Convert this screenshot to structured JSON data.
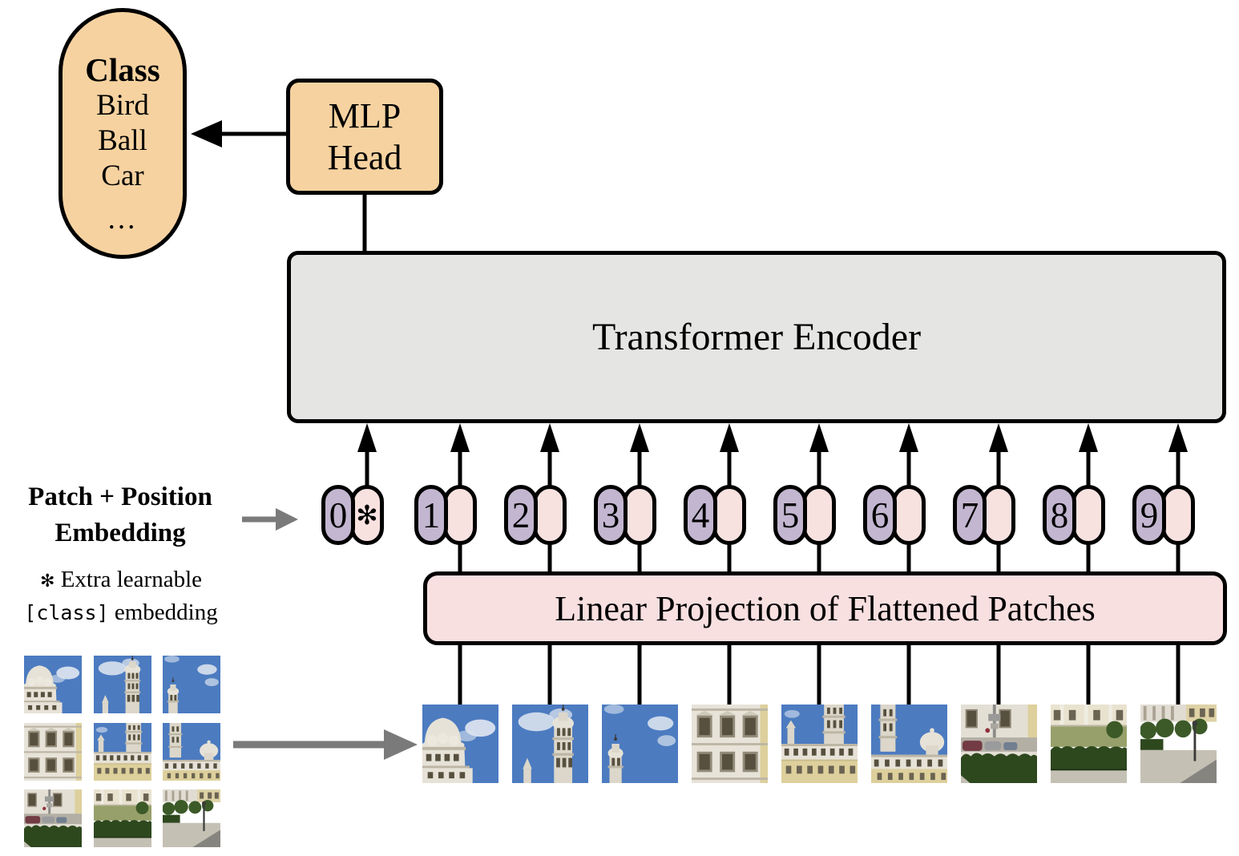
{
  "figure": {
    "class_pill": {
      "title": "Class",
      "items": [
        "Bird",
        "Ball",
        "Car",
        "..."
      ]
    },
    "mlp_head": {
      "line1": "MLP",
      "line2": "Head"
    },
    "encoder": {
      "label": "Transformer Encoder"
    },
    "projection": {
      "label": "Linear Projection of Flattened Patches"
    },
    "embedding_label": {
      "line1": "Patch + Position",
      "line2": "Embedding"
    },
    "footnote": {
      "star": "✻",
      "line1": "Extra learnable",
      "code": "[class]",
      "line2": "embedding"
    },
    "tokens": [
      {
        "label": "0",
        "star": "✻"
      },
      {
        "label": "1"
      },
      {
        "label": "2"
      },
      {
        "label": "3"
      },
      {
        "label": "4"
      },
      {
        "label": "5"
      },
      {
        "label": "6"
      },
      {
        "label": "7"
      },
      {
        "label": "8"
      },
      {
        "label": "9"
      }
    ],
    "patches": [
      {
        "type": "dome-sky",
        "desc": "white palace dome against blue sky with cloud"
      },
      {
        "type": "tower-sky",
        "desc": "bell tower and spire against blue sky with clouds"
      },
      {
        "type": "spire-sky",
        "desc": "small spire lower-left, blue sky and clouds"
      },
      {
        "type": "facade-windows",
        "desc": "white stone facade with two rows of windows"
      },
      {
        "type": "facade-ornate",
        "desc": "ornate facade with tower and yellow wall"
      },
      {
        "type": "towers-facade",
        "desc": "tower and dome above yellow facade"
      },
      {
        "type": "street-cars-hedge",
        "desc": "building, parked cars and dark hedge"
      },
      {
        "type": "hedge-garden",
        "desc": "garden hedges, lawn and round bush"
      },
      {
        "type": "path-bushes",
        "desc": "round bushes, lamp post and gravel path"
      }
    ],
    "colors": {
      "box_orange": "#f6d2a0",
      "encoder_gray": "#e5e5e4",
      "token_purple": "#c3b6d0",
      "token_pink": "#f8e2e0",
      "projection_pink": "#f8dfe0",
      "outline_black": "#000000",
      "arrow_gray": "#7a7a7a",
      "sky_blue": "#4c7bc0"
    }
  }
}
